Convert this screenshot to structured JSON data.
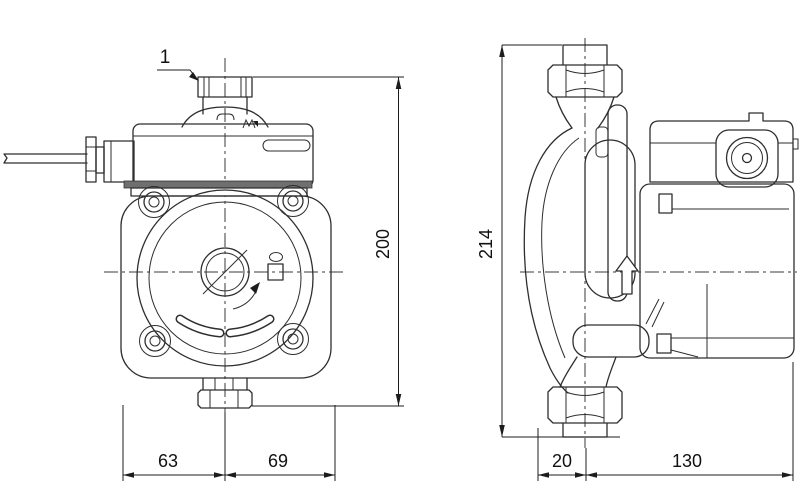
{
  "callout": {
    "label": "1"
  },
  "front_view": {
    "dim_height": "200",
    "dim_left": "63",
    "dim_right": "69"
  },
  "side_view": {
    "dim_height": "214",
    "dim_left": "20",
    "dim_right": "130"
  }
}
